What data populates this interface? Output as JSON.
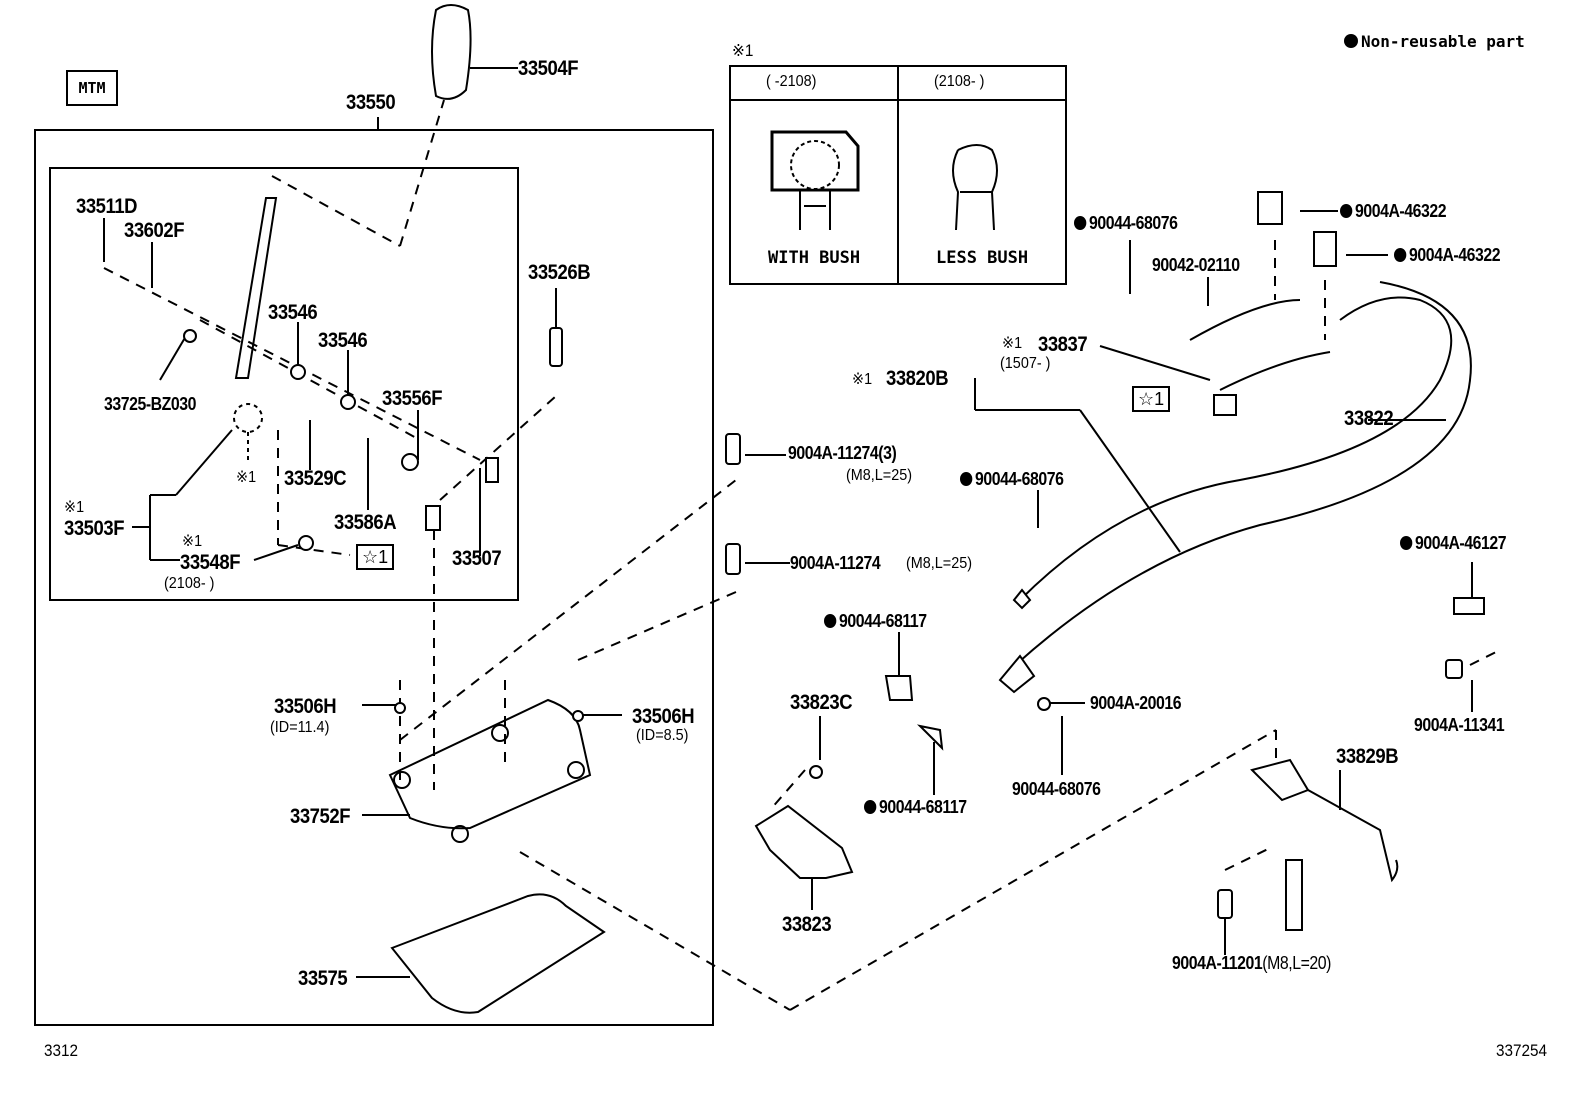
{
  "header": {
    "legend": "Non-reusable part",
    "legend_icon": "filled-circle",
    "transmission_badge": "MTM",
    "note_mark": "※1"
  },
  "footer": {
    "section_code": "3312",
    "illustration_number": "337254"
  },
  "inset_table": {
    "mark": "※1",
    "columns": [
      {
        "period": "(    -2108)",
        "caption": "WITH BUSH"
      },
      {
        "period": "(2108-    )",
        "caption": "LESS BUSH"
      }
    ]
  },
  "assembly": {
    "label": "33550"
  },
  "star_ref": "☆1",
  "parts": [
    {
      "id": "33504F",
      "non_reusable": false
    },
    {
      "id": "33511D",
      "non_reusable": false
    },
    {
      "id": "33602F",
      "non_reusable": false
    },
    {
      "id": "33526B",
      "non_reusable": false
    },
    {
      "id": "33546",
      "non_reusable": false
    },
    {
      "id": "33546",
      "non_reusable": false
    },
    {
      "id": "33725-BZ030",
      "non_reusable": false
    },
    {
      "id": "33556F",
      "non_reusable": false
    },
    {
      "id": "33529C",
      "non_reusable": false
    },
    {
      "id": "33586A",
      "non_reusable": false
    },
    {
      "id": "33507",
      "non_reusable": false
    },
    {
      "id": "33503F",
      "note": "※1",
      "non_reusable": false
    },
    {
      "id": "33548F",
      "note": "※1",
      "period": "(2108-     )",
      "non_reusable": false
    },
    {
      "id": "33506H",
      "spec": "(ID=11.4)",
      "non_reusable": false
    },
    {
      "id": "33506H",
      "spec": "(ID=8.5)",
      "non_reusable": false
    },
    {
      "id": "33752F",
      "non_reusable": false
    },
    {
      "id": "33575",
      "non_reusable": false
    },
    {
      "id": "9004A-11274(3)",
      "spec": "(M8,L=25)",
      "non_reusable": false
    },
    {
      "id": "9004A-11274",
      "spec": "(M8,L=25)",
      "non_reusable": false
    },
    {
      "id": "90044-68076",
      "non_reusable": true
    },
    {
      "id": "90042-02110",
      "non_reusable": false
    },
    {
      "id": "9004A-46322",
      "non_reusable": true
    },
    {
      "id": "9004A-46322",
      "non_reusable": true
    },
    {
      "id": "33837",
      "note": "※1",
      "period": "(1507-     )",
      "non_reusable": false
    },
    {
      "id": "33820B",
      "note": "※1",
      "non_reusable": false
    },
    {
      "id": "33822",
      "non_reusable": false
    },
    {
      "id": "90044-68076",
      "non_reusable": true
    },
    {
      "id": "90044-68117",
      "non_reusable": true
    },
    {
      "id": "33823C",
      "non_reusable": false
    },
    {
      "id": "90044-68117",
      "non_reusable": true
    },
    {
      "id": "33823",
      "non_reusable": false
    },
    {
      "id": "9004A-20016",
      "non_reusable": false
    },
    {
      "id": "90044-68076",
      "non_reusable": false
    },
    {
      "id": "9004A-46127",
      "non_reusable": true
    },
    {
      "id": "9004A-11341",
      "non_reusable": false
    },
    {
      "id": "33829B",
      "non_reusable": false
    },
    {
      "id": "9004A-11201",
      "spec": "(M8,L=20)",
      "non_reusable": false
    }
  ]
}
